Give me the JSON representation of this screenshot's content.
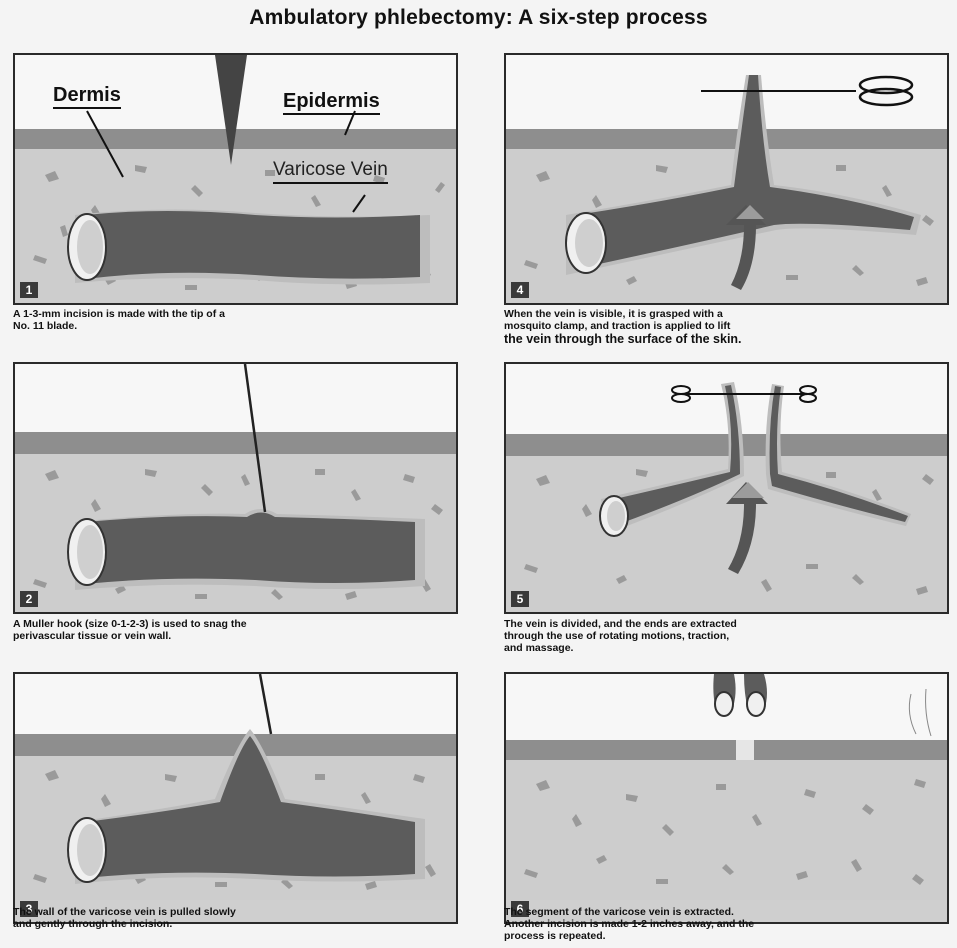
{
  "title": "Ambulatory phlebectomy: A six-step process",
  "labels": {
    "dermis": "Dermis",
    "epidermis": "Epidermis",
    "varicose_vein": "Varicose Vein"
  },
  "steps": [
    {
      "number": "1",
      "caption_lines": [
        "A 1-3-mm incision is made with the tip of a",
        "No. 11 blade."
      ]
    },
    {
      "number": "2",
      "caption_lines": [
        "A Muller hook (size 0-1-2-3) is used to snag the",
        "perivascular tissue or vein wall."
      ]
    },
    {
      "number": "3",
      "caption_lines": [
        "The wall of the varicose vein is pulled slowly",
        "and gently through the incision."
      ]
    },
    {
      "number": "4",
      "caption_lines": [
        "When the vein is visible, it is grasped with a",
        "mosquito clamp, and traction is applied to lift",
        "the vein through the surface of the skin."
      ]
    },
    {
      "number": "5",
      "caption_lines": [
        "The vein is divided, and the ends are extracted",
        "through the use of rotating motions, traction,",
        "and massage."
      ]
    },
    {
      "number": "6",
      "caption_lines": [
        "The segment of the varicose vein is extracted.",
        "Another incision is made 1-2 inches away, and the",
        "process is repeated."
      ]
    }
  ]
}
